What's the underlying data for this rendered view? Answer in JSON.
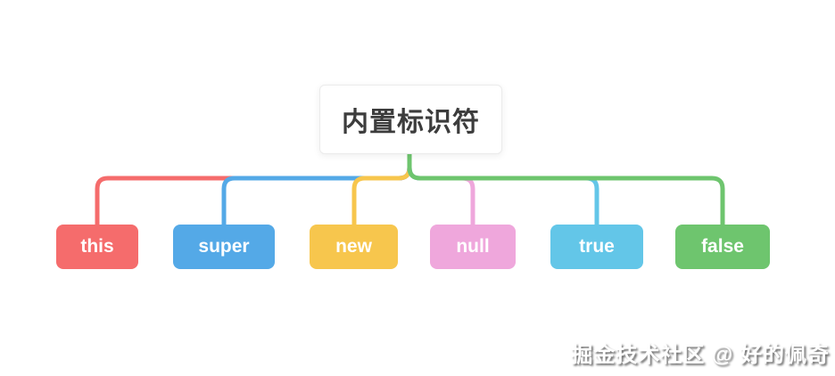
{
  "diagram": {
    "root": {
      "label": "内置标识符",
      "bg": "#ffffff",
      "border_color": "#ebebeb",
      "text_color": "#3c3c3c"
    },
    "children": [
      {
        "label": "this",
        "color": "#f56c6c"
      },
      {
        "label": "super",
        "color": "#54a9e7"
      },
      {
        "label": "new",
        "color": "#f7c64d"
      },
      {
        "label": "null",
        "color": "#efa7dc"
      },
      {
        "label": "true",
        "color": "#63c6e8"
      },
      {
        "label": "false",
        "color": "#6ec56e"
      }
    ],
    "connector_width": 5
  },
  "watermark": {
    "text": "掘金技术社区 @ 好的佩奇",
    "text_color": "#ffffff",
    "shadow_color": "#6f6f6f"
  }
}
